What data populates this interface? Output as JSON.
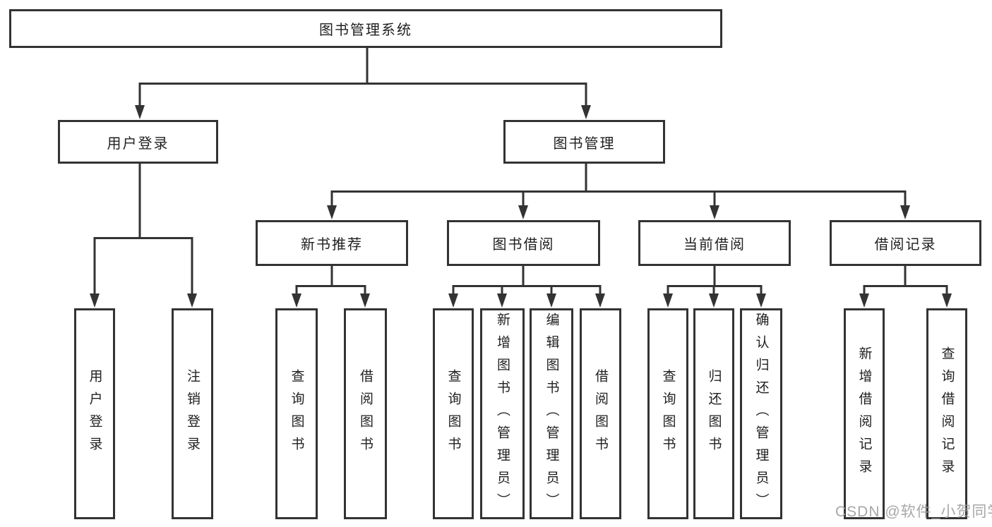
{
  "tree": {
    "root": {
      "label": "图书管理系统"
    },
    "branches": [
      {
        "label": "用户登录",
        "leaves": [
          "用户登录",
          "注销登录"
        ]
      },
      {
        "label": "图书管理",
        "groups": [
          {
            "label": "新书推荐",
            "leaves": [
              "查询图书",
              "借阅图书"
            ]
          },
          {
            "label": "图书借阅",
            "leaves": [
              "查询图书",
              "新增图书（管理员）",
              "编辑图书（管理员）",
              "借阅图书"
            ]
          },
          {
            "label": "当前借阅",
            "leaves": [
              "查询图书",
              "归还图书",
              "确认归还（管理员）"
            ]
          },
          {
            "label": "借阅记录",
            "leaves": [
              "新增借阅记录",
              "查询借阅记录"
            ]
          }
        ]
      }
    ]
  },
  "watermark": "CSDN @软件_小贺同学",
  "colors": {
    "line": "#333333",
    "box_border": "#333333",
    "box_background": "#ffffff",
    "text": "#1f1f1f",
    "watermark": "#9e9e9e",
    "background": "#ffffff"
  }
}
